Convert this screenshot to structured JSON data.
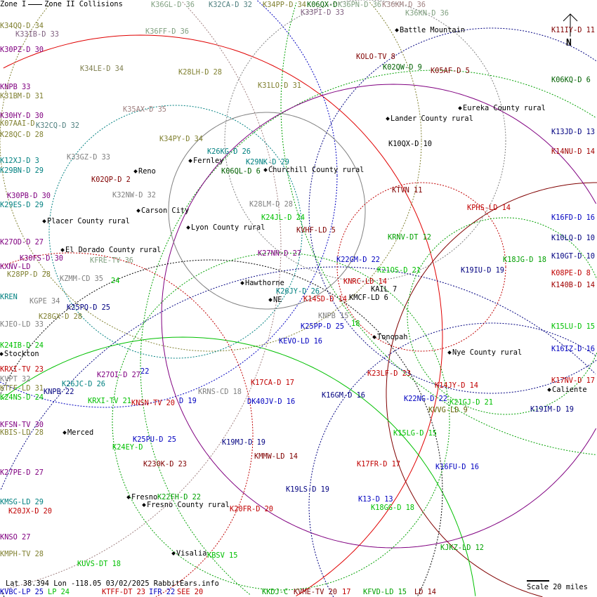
{
  "legend": {
    "zone1": "Zone I",
    "zone2": "Zone II Collisions"
  },
  "footer": {
    "coords": "Lat 38.394 Lon -118.05 03/02/2025 RabbitEars.info",
    "scale": "Scale 20 miles",
    "north": "N"
  },
  "stations": [
    {
      "t": "K34QQ-D 34",
      "c": "#808030"
    },
    {
      "t": "K33IB-D 33",
      "c": "#806080"
    },
    {
      "t": "K30PZ-D 30",
      "c": "#800080"
    },
    {
      "t": "K34LE-D 34",
      "c": "#808050"
    },
    {
      "t": "K36FF-D 36",
      "c": "#80a080"
    },
    {
      "t": "K36GL-D 36",
      "c": "#80a080"
    },
    {
      "t": "K32CA-D 32",
      "c": "#508080"
    },
    {
      "t": "K34PP-D 34",
      "c": "#808030"
    },
    {
      "t": "K06QX-D",
      "c": "#006000"
    },
    {
      "t": "K36PN-D 36",
      "c": "#80a080"
    },
    {
      "t": "K36KM-D 36",
      "c": "#a08080"
    },
    {
      "t": "K36KN-D 36",
      "c": "#80a080"
    },
    {
      "t": "K33PI-D 33",
      "c": "#806080"
    },
    {
      "t": "K28LH-D 28",
      "c": "#808030"
    },
    {
      "t": "K31LO-D 31",
      "c": "#808030"
    },
    {
      "t": "KNPB 33",
      "c": "#800080"
    },
    {
      "t": "K31BM-D 31",
      "c": "#808030"
    },
    {
      "t": "K30HY-D 30",
      "c": "#800080"
    },
    {
      "t": "K07AAI-D",
      "c": "#808030"
    },
    {
      "t": "K32CQ-D 32",
      "c": "#508080"
    },
    {
      "t": "K28QC-D 28",
      "c": "#808030"
    },
    {
      "t": "K35AX-D 35",
      "c": "#a08080"
    },
    {
      "t": "K34PY-D 34",
      "c": "#808030"
    },
    {
      "t": "KOLO-TV 8",
      "c": "#800000"
    },
    {
      "t": "K02QW-D 9",
      "c": "#006000"
    },
    {
      "t": "K05AF-D 5",
      "c": "#800000"
    },
    {
      "t": "K06KQ-D 6",
      "c": "#006000"
    },
    {
      "t": "K11IY-D 11",
      "c": "#800000"
    },
    {
      "t": "K13JD-D 13",
      "c": "#000080"
    },
    {
      "t": "K14NU-D 14",
      "c": "#a00000"
    },
    {
      "t": "K26KG-D 26",
      "c": "#008080"
    },
    {
      "t": "K29NK-D 29",
      "c": "#008080"
    },
    {
      "t": "K33GZ-D 33",
      "c": "#808080"
    },
    {
      "t": "K12XJ-D 3",
      "c": "#008080"
    },
    {
      "t": "K29BN-D 29",
      "c": "#008080"
    },
    {
      "t": "K06QL-D 6",
      "c": "#006000"
    },
    {
      "t": "K02QP-D 2",
      "c": "#800000"
    },
    {
      "t": "K30PB-D 30",
      "c": "#800080"
    },
    {
      "t": "K29ES-D 29",
      "c": "#008080"
    },
    {
      "t": "K32NW-D 32",
      "c": "#808080"
    },
    {
      "t": "K28LM-D 28",
      "c": "#808080"
    },
    {
      "t": "K10QX-D 10",
      "c": "#000000"
    },
    {
      "t": "KTVN 11",
      "c": "#800000"
    },
    {
      "t": "KPHS-LD 14",
      "c": "#c00000"
    },
    {
      "t": "K16FD-D 16",
      "c": "#0000c0"
    },
    {
      "t": "K10LQ-D 10",
      "c": "#000080"
    },
    {
      "t": "K10GT-D 10",
      "c": "#000080"
    },
    {
      "t": "K08PE-D 8",
      "c": "#c00000"
    },
    {
      "t": "K140B-D 14",
      "c": "#a00000"
    },
    {
      "t": "K18JG-D 18",
      "c": "#00a000"
    },
    {
      "t": "K19IU-D 19",
      "c": "#000080"
    },
    {
      "t": "K24JL-D 24",
      "c": "#00c000"
    },
    {
      "t": "KVHF-LD 5",
      "c": "#800000"
    },
    {
      "t": "KRNV-DT 12",
      "c": "#00a000"
    },
    {
      "t": "K27OD-D 27",
      "c": "#800080"
    },
    {
      "t": "K27NN-D 27",
      "c": "#800080"
    },
    {
      "t": "K22GM-D 22",
      "c": "#0000c0"
    },
    {
      "t": "K21OS-D 21",
      "c": "#00c000"
    },
    {
      "t": "KNRC-LD 14",
      "c": "#c00000"
    },
    {
      "t": "K30FS-D 30",
      "c": "#800080"
    },
    {
      "t": "KXNV-LD",
      "c": "#800080"
    },
    {
      "t": "K28PP-D 28",
      "c": "#808030"
    },
    {
      "t": "KFRE-TV 36",
      "c": "#80a080"
    },
    {
      "t": "KZMM-CD 35",
      "c": "#808080"
    },
    {
      "t": "24",
      "c": "#00c000"
    },
    {
      "t": "K26JY-D 26",
      "c": "#008080"
    },
    {
      "t": "K14SD-D 14",
      "c": "#c00000"
    },
    {
      "t": "KMCF-LD 6",
      "c": "#000000"
    },
    {
      "t": "KAIL 7",
      "c": "#000000"
    },
    {
      "t": "KREN",
      "c": "#008080"
    },
    {
      "t": "KGPE 34",
      "c": "#808080"
    },
    {
      "t": "K25PQ-D 25",
      "c": "#000080"
    },
    {
      "t": "K28GX-D 28",
      "c": "#808030"
    },
    {
      "t": "KNPB 15",
      "c": "#808080"
    },
    {
      "t": "K25PP-D 25",
      "c": "#0000c0"
    },
    {
      "t": "18",
      "c": "#00c000"
    },
    {
      "t": "KJEO-LD 33",
      "c": "#808080"
    },
    {
      "t": "KEVO-LD 16",
      "c": "#0000c0"
    },
    {
      "t": "K24IB-D 24",
      "c": "#00c000"
    },
    {
      "t": "K15LU-D 15",
      "c": "#00c000"
    },
    {
      "t": "K16IZ-D 16",
      "c": "#0000c0"
    },
    {
      "t": "K27OI-D 27",
      "c": "#800080"
    },
    {
      "t": "22",
      "c": "#0000c0"
    },
    {
      "t": "K23LF-D 23",
      "c": "#c00000"
    },
    {
      "t": "KRXI-TV 23",
      "c": "#c00000"
    },
    {
      "t": "KVPT 32",
      "c": "#808080"
    },
    {
      "t": "KTFF-LD 31",
      "c": "#808030"
    },
    {
      "t": "K26JC-D 26",
      "c": "#008080"
    },
    {
      "t": "K17CA-D 17",
      "c": "#c00000"
    },
    {
      "t": "K14JY-D 14",
      "c": "#c00000"
    },
    {
      "t": "K17NV-D 17",
      "c": "#c00000"
    },
    {
      "t": "KNPB 22",
      "c": "#000080"
    },
    {
      "t": "KRNS-CD 18",
      "c": "#808080"
    },
    {
      "t": "K24NS-D 24",
      "c": "#00c000"
    },
    {
      "t": "KRXI-TV 21",
      "c": "#00c000"
    },
    {
      "t": "KNSN-TV 20",
      "c": "#c00000"
    },
    {
      "t": "D 19",
      "c": "#0000c0"
    },
    {
      "t": "DK40JV-D 16",
      "c": "#0000c0"
    },
    {
      "t": "K16GM-D 16",
      "c": "#000080"
    },
    {
      "t": "K22NG-D 22",
      "c": "#0000c0"
    },
    {
      "t": "K21GJ-D 21",
      "c": "#00c000"
    },
    {
      "t": "KVVG-LD 9",
      "c": "#606000"
    },
    {
      "t": "K19IM-D 19",
      "c": "#000080"
    },
    {
      "t": "KFSN-TV 30",
      "c": "#800080"
    },
    {
      "t": "KBIS-LD 28",
      "c": "#808030"
    },
    {
      "t": "K15LG-D 15",
      "c": "#00c000"
    },
    {
      "t": "K25PU-D 25",
      "c": "#0000c0"
    },
    {
      "t": "K24EY-D",
      "c": "#00c000"
    },
    {
      "t": "K19MJ-D 19",
      "c": "#000080"
    },
    {
      "t": "KMMW-LD 14",
      "c": "#800000"
    },
    {
      "t": "K230K-D 23",
      "c": "#800000"
    },
    {
      "t": "K17FR-D 17",
      "c": "#c00000"
    },
    {
      "t": "K16FU-D 16",
      "c": "#0000c0"
    },
    {
      "t": "K27PE-D 27",
      "c": "#800080"
    },
    {
      "t": "K19LS-D 19",
      "c": "#000080"
    },
    {
      "t": "K22FH-D 22",
      "c": "#00a000"
    },
    {
      "t": "K13-D 13",
      "c": "#0000c0"
    },
    {
      "t": "K18GG-D 18",
      "c": "#00c000"
    },
    {
      "t": "KMSG-LD 29",
      "c": "#008080"
    },
    {
      "t": "K20JX-D 20",
      "c": "#c00000"
    },
    {
      "t": "K20FR-D 20",
      "c": "#c00000"
    },
    {
      "t": "KNSO 27",
      "c": "#800080"
    },
    {
      "t": "KJKZ-LD 12",
      "c": "#00a000"
    },
    {
      "t": "KMPH-TV 28",
      "c": "#808030"
    },
    {
      "t": "KBSV 15",
      "c": "#00c000"
    },
    {
      "t": "KUVS-DT 18",
      "c": "#00c000"
    },
    {
      "t": "KVBC-LP 25",
      "c": "#0000c0"
    },
    {
      "t": "LP 24",
      "c": "#00c000"
    },
    {
      "t": "KTFF-DT 23",
      "c": "#c00000"
    },
    {
      "t": "IFR 22",
      "c": "#0000c0"
    },
    {
      "t": "SEE 20",
      "c": "#c00000"
    },
    {
      "t": "KKDJ-C",
      "c": "#00a000"
    },
    {
      "t": "KVME-TV 20",
      "c": "#800000"
    },
    {
      "t": "17",
      "c": "#c00000"
    },
    {
      "t": "KFVD-LD 15",
      "c": "#00a000"
    },
    {
      "t": "LD 14",
      "c": "#800000"
    }
  ],
  "cities": [
    "Battle Mountain",
    "Eureka County rural",
    "Lander County rural",
    "Fernley",
    "Churchill County rural",
    "Reno",
    "Carson City",
    "Placer County rural",
    "Lyon County rural",
    "El Dorado County rural",
    "Hawthorne",
    "NE",
    "Tonopah",
    "Nye County rural",
    "Stockton",
    "Merced",
    "Fresno",
    "Fresno County rural",
    "Visalia",
    "Caliente"
  ]
}
